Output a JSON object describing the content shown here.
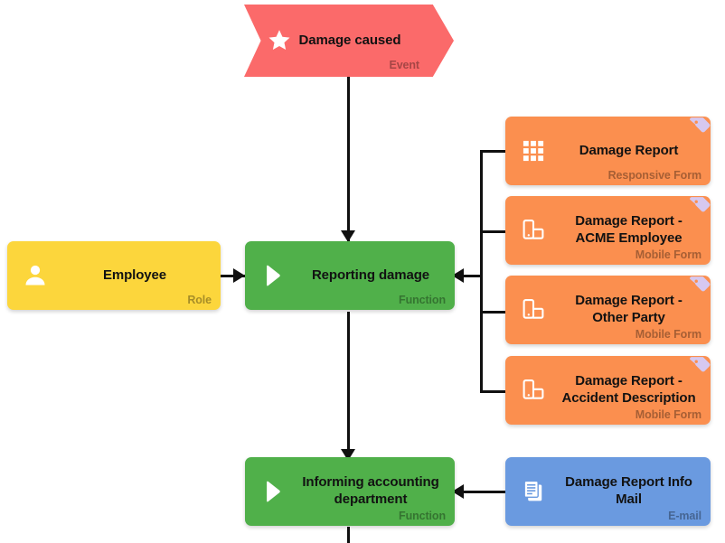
{
  "diagram": {
    "background_color": "#ffffff",
    "nodes": [
      {
        "id": "damage-caused",
        "title": "Damage caused",
        "type_label": "Event",
        "color": "#fb6a6a",
        "icon": "star-icon",
        "shape": "hexagon-arrow",
        "has_tag_badge": false
      },
      {
        "id": "employee",
        "title": "Employee",
        "type_label": "Role",
        "color": "#fcd63c",
        "icon": "person-icon",
        "shape": "rounded-rect",
        "has_tag_badge": false
      },
      {
        "id": "reporting-damage",
        "title": "Reporting damage",
        "type_label": "Function",
        "color": "#50b04a",
        "icon": "play-triangle-icon",
        "shape": "rounded-rect",
        "has_tag_badge": false
      },
      {
        "id": "damage-report",
        "title": "Damage Report",
        "type_label": "Responsive Form",
        "color": "#fb8f4f",
        "icon": "grid-icon",
        "shape": "rounded-rect",
        "has_tag_badge": true
      },
      {
        "id": "damage-report-acme-employee",
        "title": "Damage Report - ACME Employee",
        "type_label": "Mobile Form",
        "color": "#fb8f4f",
        "icon": "mobile-device-icon",
        "shape": "rounded-rect",
        "has_tag_badge": true
      },
      {
        "id": "damage-report-other-party",
        "title": "Damage Report - Other Party",
        "type_label": "Mobile Form",
        "color": "#fb8f4f",
        "icon": "mobile-device-icon",
        "shape": "rounded-rect",
        "has_tag_badge": true
      },
      {
        "id": "damage-report-accident-description",
        "title": "Damage Report - Accident Description",
        "type_label": "Mobile Form",
        "color": "#fb8f4f",
        "icon": "mobile-device-icon",
        "shape": "rounded-rect",
        "has_tag_badge": true
      },
      {
        "id": "informing-accounting-department",
        "title": "Informing accounting department",
        "type_label": "Function",
        "color": "#50b04a",
        "icon": "play-triangle-icon",
        "shape": "rounded-rect",
        "has_tag_badge": false
      },
      {
        "id": "damage-report-info-mail",
        "title": "Damage Report Info Mail",
        "type_label": "E-mail",
        "color": "#6a9ae0",
        "icon": "document-pages-icon",
        "shape": "rounded-rect",
        "has_tag_badge": false
      }
    ],
    "edges": [
      {
        "from": "damage-caused",
        "to": "reporting-damage",
        "direction": "down"
      },
      {
        "from": "employee",
        "to": "reporting-damage",
        "direction": "right"
      },
      {
        "from": "damage-report",
        "to": "reporting-damage",
        "direction": "left"
      },
      {
        "from": "damage-report-acme-employee",
        "to": "reporting-damage",
        "direction": "left"
      },
      {
        "from": "damage-report-other-party",
        "to": "reporting-damage",
        "direction": "left"
      },
      {
        "from": "damage-report-accident-description",
        "to": "reporting-damage",
        "direction": "left"
      },
      {
        "from": "reporting-damage",
        "to": "informing-accounting-department",
        "direction": "down"
      },
      {
        "from": "damage-report-info-mail",
        "to": "informing-accounting-department",
        "direction": "left"
      },
      {
        "from": "informing-accounting-department",
        "to": "offscreen-below",
        "direction": "down"
      }
    ],
    "tag_badge_color": "#d6c8f0",
    "edge_color": "#101010"
  }
}
